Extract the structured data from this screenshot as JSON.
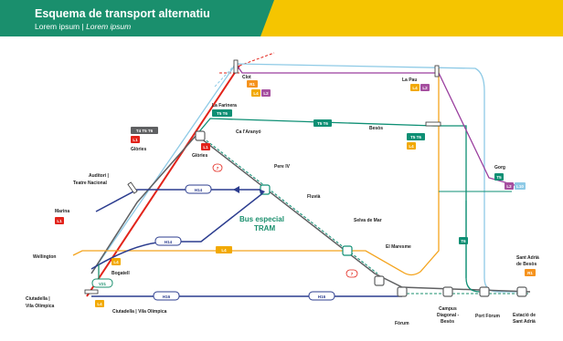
{
  "header": {
    "title": "Esquema de transport alternatiu",
    "subtitle_a": "Lorem ipsum",
    "subtitle_sep": " | ",
    "subtitle_b": "Lorem ipsum"
  },
  "colors": {
    "green_dark": "#1a8f6d",
    "yellow": "#f5c500",
    "tram_teal": "#0e8f74",
    "bus_navy": "#2c3d8f",
    "red": "#e2231a",
    "orange": "#f4a41e",
    "purple": "#9a3f9e",
    "light_blue": "#8ecae6",
    "gray": "#5f6062",
    "line2": "#a54f9f",
    "line4": "#f2a900",
    "line1": "#e2231a",
    "rodalies": "#f5931e"
  },
  "labels": {
    "clot": "Clot",
    "la_pau": "La Pau",
    "la_farinera": "La Farinera",
    "bac_de_roda": "Besòs",
    "can_ricart": "Ca l'Aranyó",
    "glories_t": "Glòries",
    "glories_m": "Glòries",
    "pere_iv": "Pere IV",
    "fluvia": "Fluvià",
    "selva_de_mar": "Selva de Mar",
    "el_maresme": "El Maresme",
    "auditori": "Auditori |",
    "teatre": "Teatre Nacional",
    "marina": "Marina",
    "wellington": "Wellington",
    "bogatell": "Bogatell",
    "ciutadella1": "Ciutadella |",
    "ciutadella2": "Vila Olímpica",
    "ciutadella_metro": "Ciutadella | Vila Olímpica",
    "gorg": "Gorg",
    "forum": "Fòrum",
    "campus1": "Campus",
    "campus2": "Diagonal -",
    "campus3": "Besòs",
    "port_forum": "Port Fòrum",
    "sant_adria_st": "Sant Adrià",
    "sant_adria_st2": "de Besòs",
    "estacio": "Estació de",
    "estacio2": "Sant Adrià",
    "sant_adria2": "Sant Adrià",
    "bus_especial_1": "Bus especial",
    "bus_especial_2": "TRAM"
  },
  "badges": {
    "r1": "R1",
    "t4": "T4",
    "t5": "T5",
    "t6": "T6",
    "l1": "L1",
    "l2": "L2",
    "l4": "L4",
    "l10": "L10",
    "h14": "H14",
    "h16": "H16",
    "v21": "V21",
    "b7": "7",
    "ts_t6": "T5 T6",
    "t4t5t6": "T4 T5 T6"
  }
}
